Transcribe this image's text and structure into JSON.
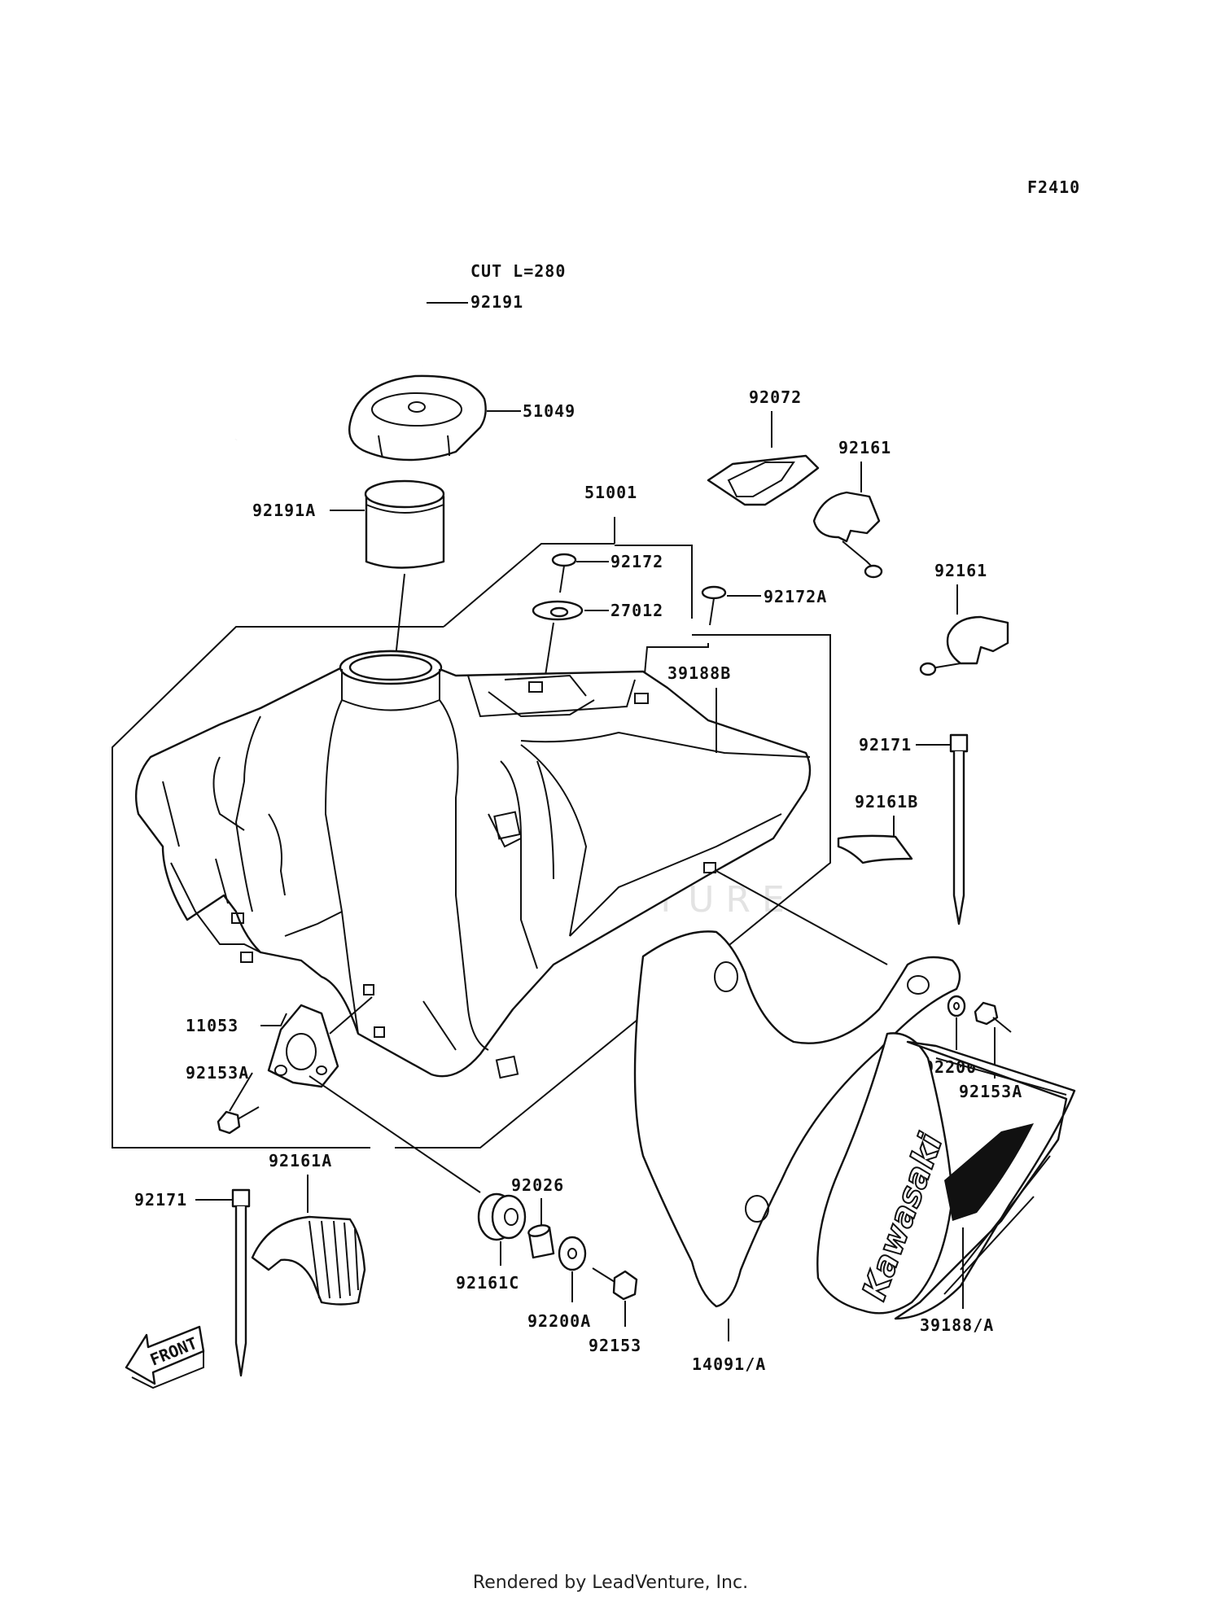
{
  "figure_code": "F2410",
  "watermark": "LEADVENTURE",
  "footer": "Rendered by LeadVenture, Inc.",
  "front_label": "FRONT",
  "brand_logo_text": "Kawasaki",
  "cut_length": "CUT L=280",
  "parts": {
    "p92191": "92191",
    "p51049": "51049",
    "p92191A": "92191A",
    "p51001": "51001",
    "p92172": "92172",
    "p27012": "27012",
    "p92172A": "92172A",
    "p39188B": "39188B",
    "p92072": "92072",
    "p92161_1": "92161",
    "p92161_2": "92161",
    "p92171_r": "92171",
    "p92161B": "92161B",
    "p11053": "11053",
    "p92153A_l": "92153A",
    "p92200": "92200",
    "p92153A_r": "92153A",
    "p92161A": "92161A",
    "p92171_l": "92171",
    "p92026": "92026",
    "p92161C": "92161C",
    "p92200A": "92200A",
    "p92153": "92153",
    "p14091A": "14091/A",
    "p39188A": "39188/A"
  }
}
